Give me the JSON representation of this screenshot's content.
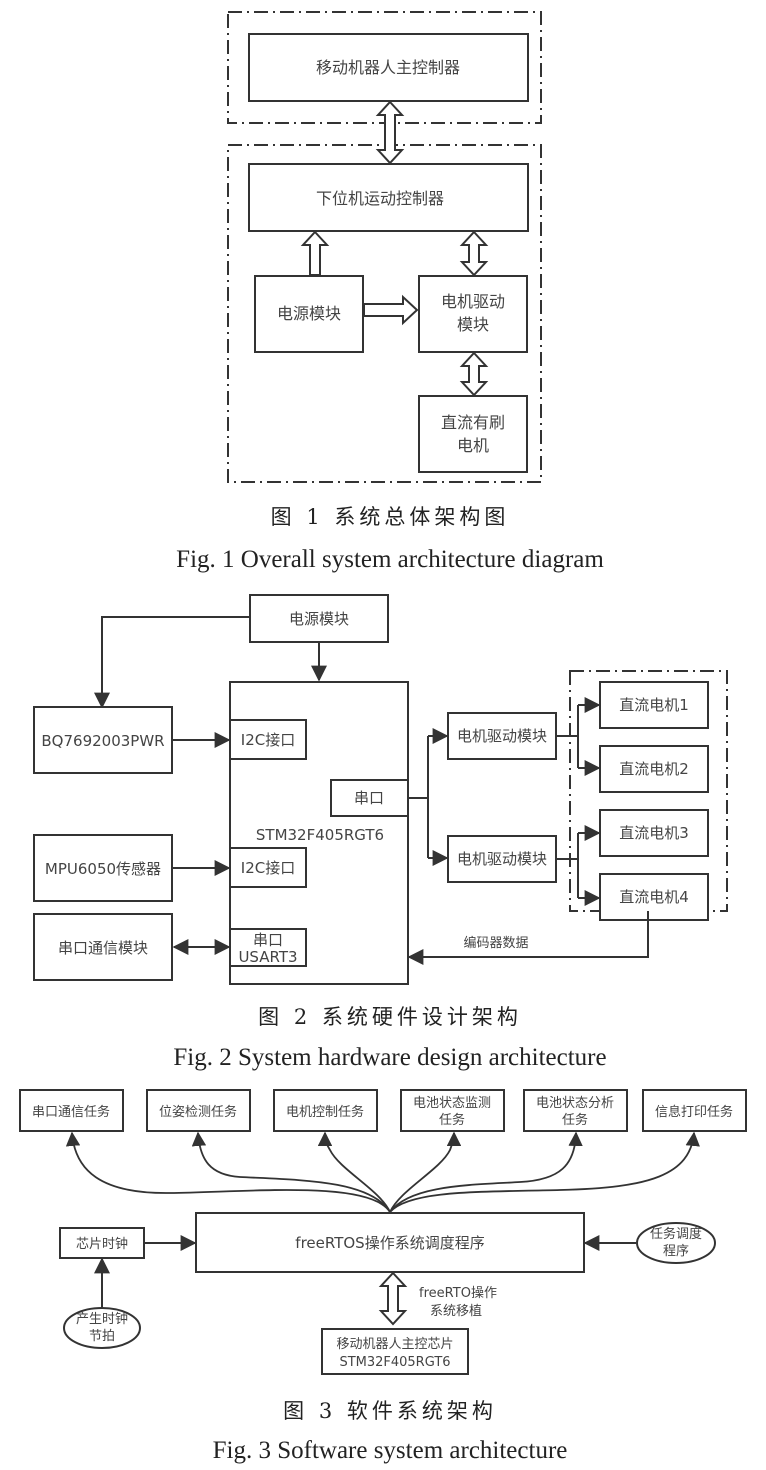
{
  "figure1": {
    "caption_cn": "图 1   系统总体架构图",
    "caption_en": "Fig. 1 Overall system architecture diagram",
    "nodes": {
      "main_controller": "移动机器人主控制器",
      "lower_controller": "下位机运动控制器",
      "power_module": "电源模块",
      "motor_driver_line1": "电机驱动",
      "motor_driver_line2": "模块",
      "dc_motor_line1": "直流有刷",
      "dc_motor_line2": "电机"
    }
  },
  "figure2": {
    "caption_cn": "图 2   系统硬件设计架构",
    "caption_en": "Fig. 2 System hardware design architecture",
    "nodes": {
      "power_module": "电源模块",
      "bq_chip": "BQ7692003PWR",
      "mpu_sensor": "MPU6050传感器",
      "serial_comm_module": "串口通信模块",
      "mcu": "STM32F405RGT6",
      "i2c_port_1": "I2C接口",
      "i2c_port_2": "I2C接口",
      "serial_port": "串口",
      "usart_line1": "串口",
      "usart_line2": "USART3",
      "motor_driver_1": "电机驱动模块",
      "motor_driver_2": "电机驱动模块",
      "dc_motors": [
        "直流电机1",
        "直流电机2",
        "直流电机3",
        "直流电机4"
      ],
      "encoder_data": "编码器数据"
    }
  },
  "figure3": {
    "caption_cn": "图 3   软件系统架构",
    "caption_en": "Fig. 3 Software system architecture",
    "tasks": [
      {
        "line1": "串口通信任务",
        "line2": ""
      },
      {
        "line1": "位姿检测任务",
        "line2": ""
      },
      {
        "line1": "电机控制任务",
        "line2": ""
      },
      {
        "line1": "电池状态监测",
        "line2": "任务"
      },
      {
        "line1": "电池状态分析",
        "line2": "任务"
      },
      {
        "line1": "信息打印任务",
        "line2": ""
      }
    ],
    "scheduler": "freeRTOS操作系统调度程序",
    "chip_clock": "芯片时钟",
    "clock_tick_line1": "产生时钟",
    "clock_tick_line2": "节拍",
    "task_scheduler_line1": "任务调度",
    "task_scheduler_line2": "程序",
    "port_label_line1": "freeRTO操作",
    "port_label_line2": "系统移植",
    "main_chip_line1": "移动机器人主控芯片",
    "main_chip_line2": "STM32F405RGT6"
  }
}
